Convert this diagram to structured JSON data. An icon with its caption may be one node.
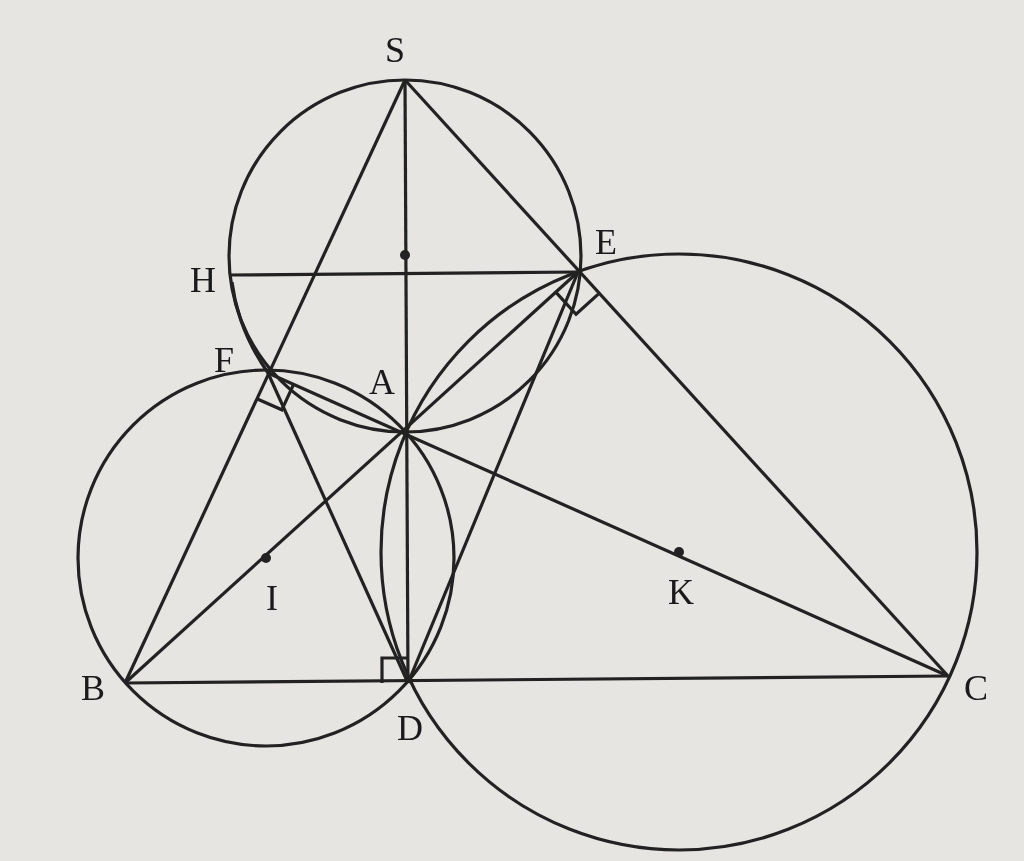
{
  "diagram": {
    "labels": [
      "S",
      "E",
      "H",
      "F",
      "A",
      "I",
      "K",
      "B",
      "D",
      "C"
    ]
  }
}
